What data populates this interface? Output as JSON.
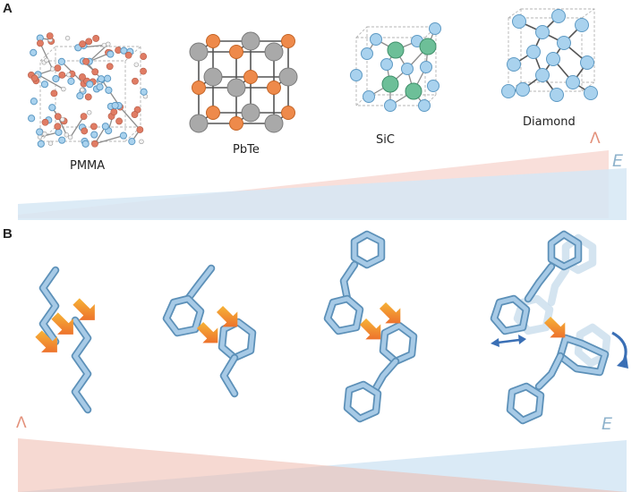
{
  "figure": {
    "panel_a": {
      "letter": "A",
      "materials": [
        {
          "name": "PMMA"
        },
        {
          "name": "PbTe"
        },
        {
          "name": "SiC"
        },
        {
          "name": "Diamond"
        }
      ],
      "lambda_symbol": "Λ",
      "energy_symbol": "E"
    },
    "panel_b": {
      "letter": "B",
      "lambda_symbol": "Λ",
      "energy_symbol": "E"
    },
    "colors": {
      "lambda_wedge": "#f4c5bb",
      "energy_wedge": "#d6e8f5",
      "arrow_start": "#f8c23a",
      "arrow_end": "#ea5a28",
      "chain": "#a7cae6",
      "motion_arrow": "#3a6fb5"
    },
    "icons": [
      "transfer-arrow-icon",
      "double-arrow-icon",
      "curved-rotation-arrow-icon"
    ]
  }
}
